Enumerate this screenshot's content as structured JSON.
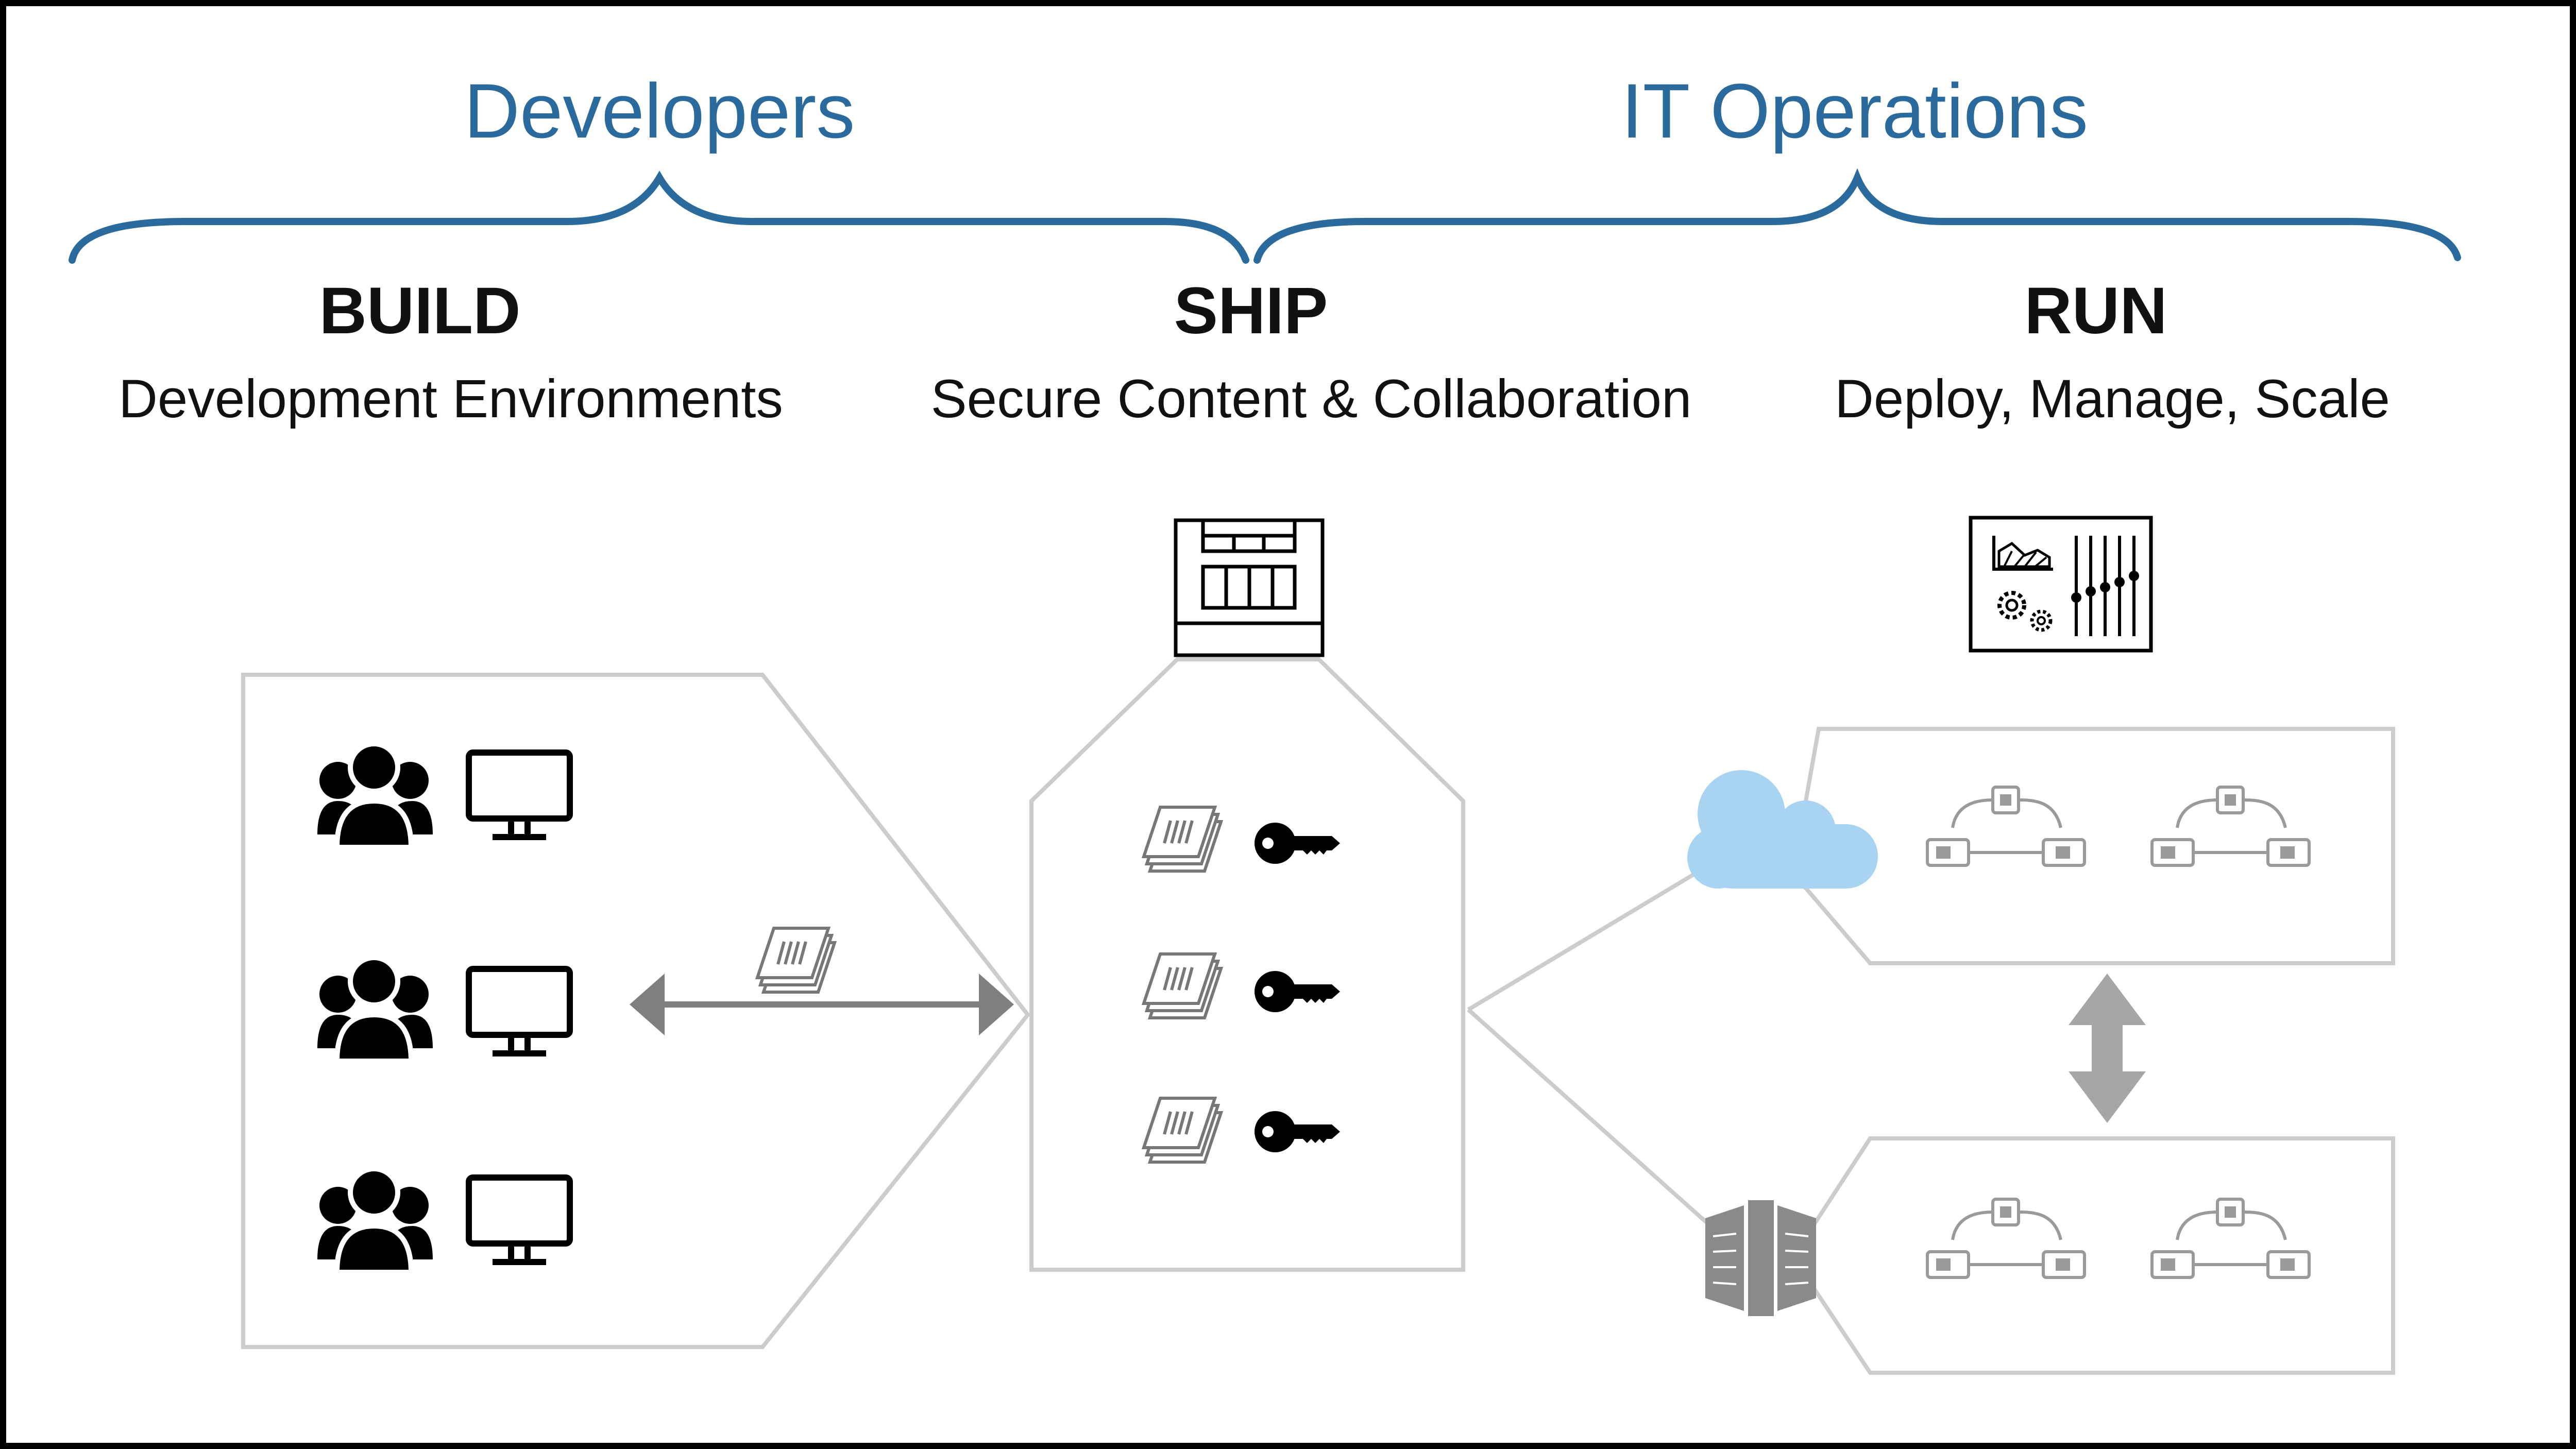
{
  "groups": {
    "developers": "Developers",
    "it_operations": "IT Operations"
  },
  "stages": [
    {
      "title": "BUILD",
      "subtitle": "Development Environments"
    },
    {
      "title": "SHIP",
      "subtitle": "Secure Content & Collaboration"
    },
    {
      "title": "RUN",
      "subtitle": "Deploy, Manage, Scale"
    }
  ],
  "icons": {
    "team": "users-icon",
    "workstation": "monitor-icon",
    "content": "documents-icon",
    "security": "key-icon",
    "registry": "container-registry-icon",
    "management": "dashboard-icon",
    "cloud": "cloud-icon",
    "datacenter": "server-rack-icon",
    "app": "network-nodes-icon"
  },
  "colors": {
    "accent": "#2a6a9c",
    "text": "#111111",
    "outline": "#cccccc",
    "arrow": "#7f7f7f",
    "cloud": "#a8d4f2"
  }
}
